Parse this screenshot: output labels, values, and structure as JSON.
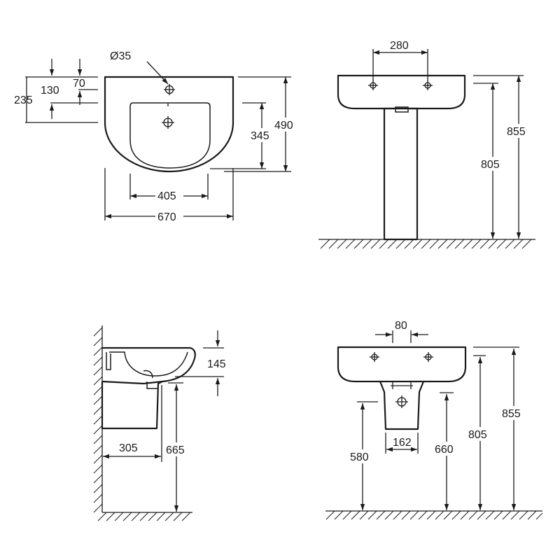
{
  "top_plan": {
    "hole_label": "Ø35",
    "dim_235": "235",
    "dim_130": "130",
    "dim_70": "70",
    "dim_345": "345",
    "dim_490": "490",
    "dim_405": "405",
    "dim_670": "670"
  },
  "front_pedestal": {
    "dim_280": "280",
    "dim_805": "805",
    "dim_855": "855"
  },
  "side_section": {
    "dim_145": "145",
    "dim_305": "305",
    "dim_665": "665"
  },
  "front_semi": {
    "dim_80": "80",
    "dim_162": "162",
    "dim_580": "580",
    "dim_660": "660",
    "dim_805": "805",
    "dim_855": "855"
  }
}
